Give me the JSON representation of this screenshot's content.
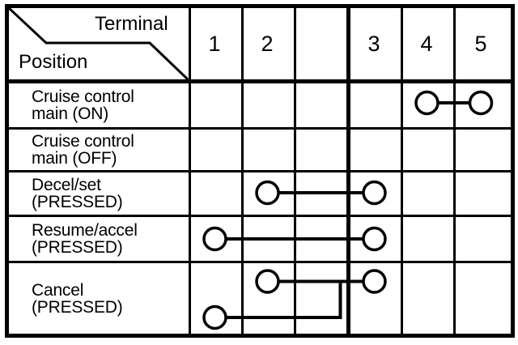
{
  "header": {
    "terminal_label": "Terminal",
    "position_label": "Position",
    "terminals": [
      "1",
      "2",
      "",
      "3",
      "4",
      "5"
    ]
  },
  "rows": [
    {
      "line1": "Cruise control",
      "line2": "main (ON)"
    },
    {
      "line1": "Cruise control",
      "line2": "main (OFF)"
    },
    {
      "line1": "Decel/set",
      "line2": "(PRESSED)"
    },
    {
      "line1": "Resume/accel",
      "line2": "(PRESSED)"
    },
    {
      "line1": "Cancel",
      "line2": "(PRESSED)"
    }
  ],
  "connections": [
    {
      "row": 0,
      "position": "Cruise control main (ON)",
      "type": "continuity",
      "terminals": [
        4,
        5
      ]
    },
    {
      "row": 1,
      "position": "Cruise control main (OFF)",
      "type": "none",
      "terminals": []
    },
    {
      "row": 2,
      "position": "Decel/set (PRESSED)",
      "type": "continuity",
      "terminals": [
        2,
        3
      ]
    },
    {
      "row": 3,
      "position": "Resume/accel (PRESSED)",
      "type": "continuity",
      "terminals": [
        1,
        3
      ]
    },
    {
      "row": 4,
      "position": "Cancel (PRESSED)",
      "type": "diode",
      "branches": [
        {
          "from_terminal": 2,
          "to_terminal": 3,
          "diode": "cathode-left"
        },
        {
          "from_terminal": 1,
          "to_terminal": 3,
          "diode": "cathode-left"
        }
      ]
    }
  ],
  "colors": {
    "ink": "#000000",
    "background": "#ffffff"
  }
}
